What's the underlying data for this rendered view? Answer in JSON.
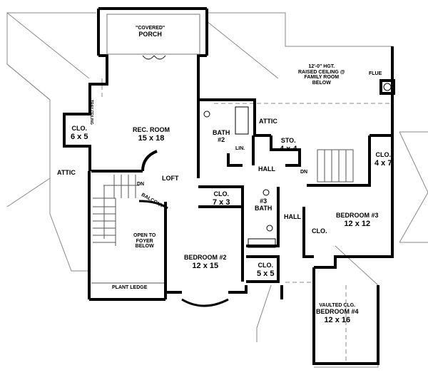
{
  "plan": {
    "porch": {
      "line1": "\"COVERED\"",
      "line2": "PORCH"
    },
    "ceiling_note": [
      "12'-0\" HGT.",
      "RAISED CEILING @",
      "FAMILY ROOM",
      "BELOW"
    ],
    "flue": "FLUE",
    "tray_note": "TRAY CEILING",
    "rooms": {
      "rec_room": {
        "name": "REC. ROOM",
        "size": "15 x 18"
      },
      "clo_6x5": {
        "name": "CLO.",
        "size": "6 x 5"
      },
      "bath2": {
        "name": "BATH",
        "num": "#2"
      },
      "lin": "LIN.",
      "attic_left": "ATTIC",
      "attic_right": "ATTIC",
      "sto": {
        "name": "STO.",
        "size": "4 x 4"
      },
      "clo_4x7": {
        "name": "CLO.",
        "size": "4 x 7"
      },
      "hall1": "HALL",
      "hall2": "HALL",
      "loft": "LOFT",
      "dn1": "DN",
      "dn2": "DN",
      "balcony": "BALCONY",
      "clo_7x3": {
        "name": "CLO.",
        "size": "7 x 3"
      },
      "bath3": {
        "num": "#3",
        "name": "BATH"
      },
      "bedroom3": {
        "name": "BEDROOM #3",
        "size": "12 x 12"
      },
      "clo_b3": "CLO.",
      "open_foyer": [
        "OPEN TO",
        "FOYER",
        "BELOW"
      ],
      "bedroom2": {
        "name": "BEDROOM #2",
        "size": "12 x 15"
      },
      "clo_5x5": {
        "name": "CLO.",
        "size": "5 x 5"
      },
      "plant_ledge": "PLANT LEDGE",
      "bedroom4": {
        "note": "VAULTED CLG.",
        "name": "BEDROOM #4",
        "size": "12 x 16"
      }
    }
  }
}
